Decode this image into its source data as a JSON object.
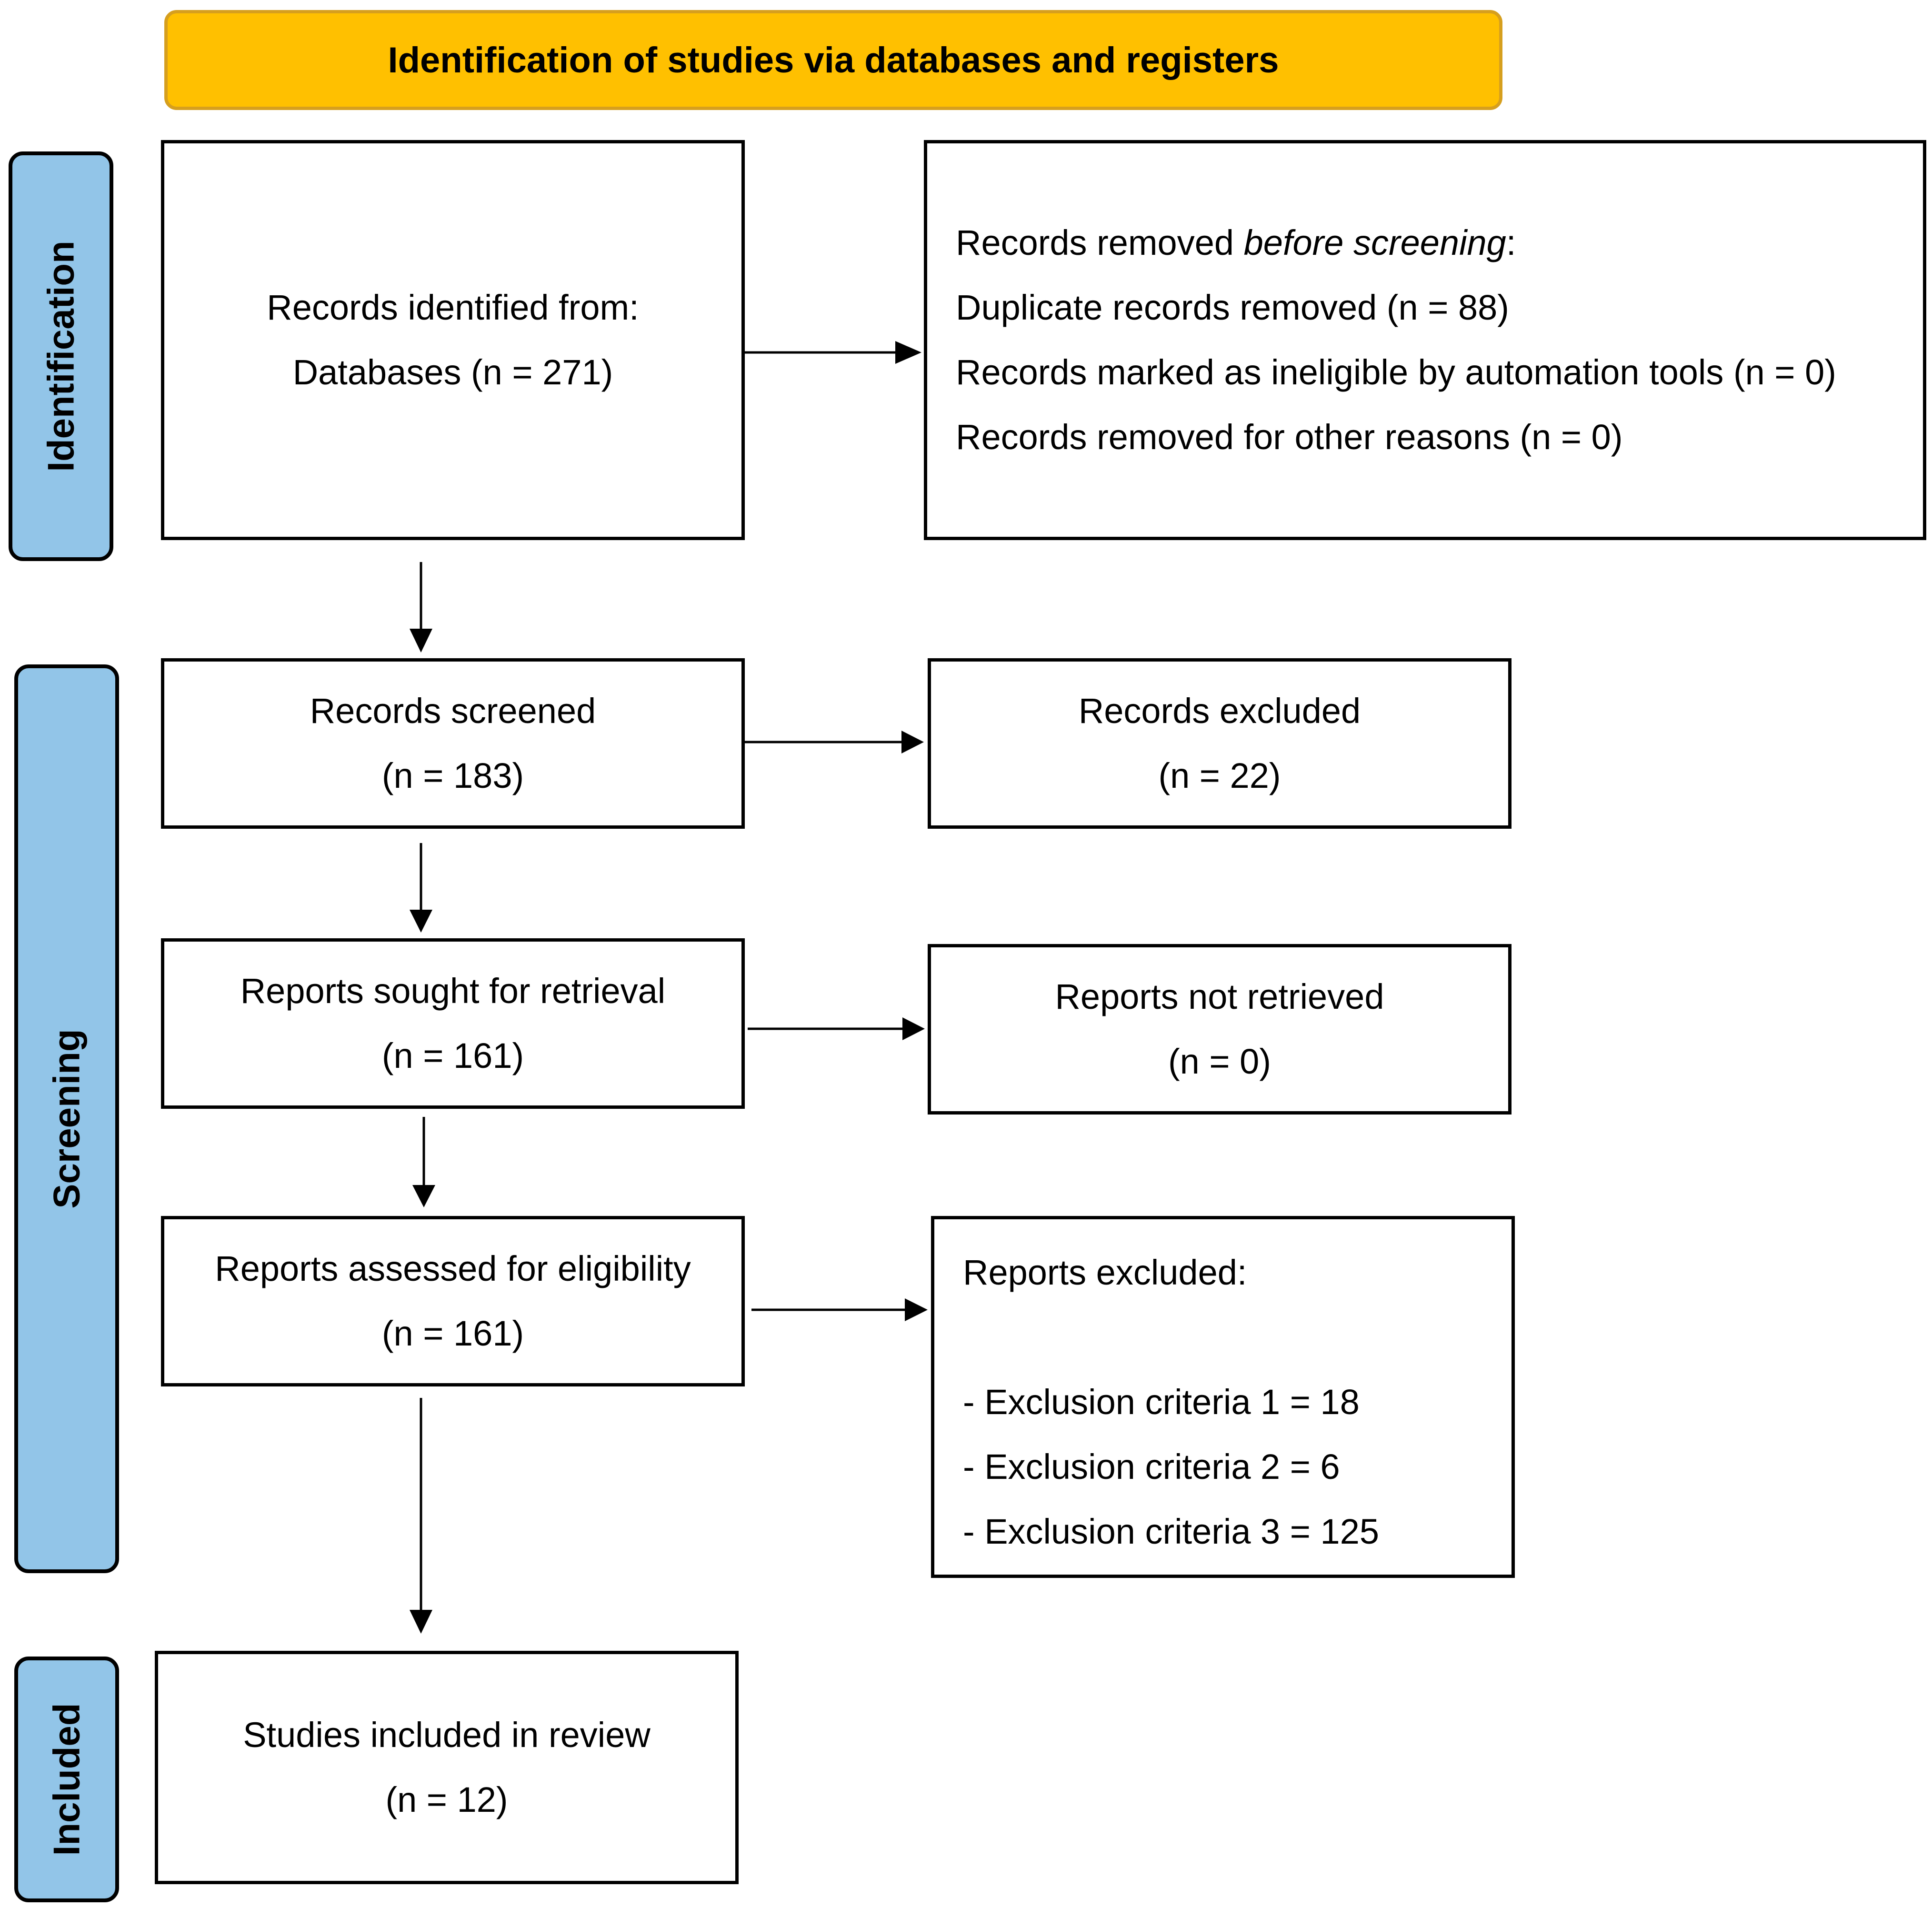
{
  "header": {
    "title": "Identification of studies via databases and registers"
  },
  "phases": {
    "identification": "Identification",
    "screening": "Screening",
    "included": "Included"
  },
  "identified": {
    "line1": "Records identified from:",
    "line2": "Databases (n = 271)"
  },
  "removed": {
    "heading_prefix": "Records removed ",
    "heading_emphasis": "before screening",
    "heading_suffix": ":",
    "duplicates": "Duplicate records removed (n = 88)",
    "automation": "Records marked as ineligible by automation tools (n = 0)",
    "other": "Records removed for other reasons (n = 0)"
  },
  "screened": {
    "label": "Records screened",
    "count": "(n = 183)"
  },
  "excluded": {
    "label": "Records excluded",
    "count": "(n = 22)"
  },
  "sought": {
    "label": "Reports sought for retrieval",
    "count": "(n = 161)"
  },
  "not_retrieved": {
    "label": "Reports not retrieved",
    "count": "(n = 0)"
  },
  "assessed": {
    "label": "Reports assessed for eligibility",
    "count": "(n = 161)"
  },
  "reports_excluded": {
    "heading": "Reports excluded:",
    "criteria": [
      "- Exclusion criteria 1 = 18",
      "- Exclusion criteria 2 = 6",
      "- Exclusion criteria 3 = 125"
    ]
  },
  "included_studies": {
    "label": "Studies included in review",
    "count": "(n = 12)"
  },
  "colors": {
    "banner": "#ffc000",
    "banner_border": "#d69f1e",
    "phase": "#92c5e8"
  }
}
